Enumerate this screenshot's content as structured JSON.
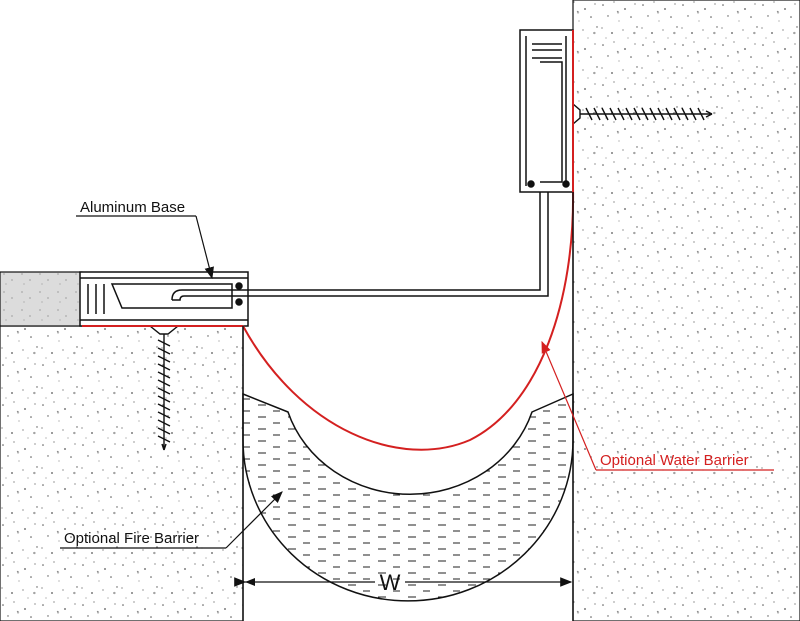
{
  "labels": {
    "aluminum_base": "Aluminum Base",
    "fire_barrier": "Optional Fire Barrier",
    "water_barrier": "Optional Water Barrier",
    "width": "W"
  },
  "colors": {
    "line": "#111111",
    "water_barrier": "#d42020",
    "concrete_fill": "#ffffff",
    "speckle": "#555555",
    "floor_cover": "#dcdcdc"
  }
}
